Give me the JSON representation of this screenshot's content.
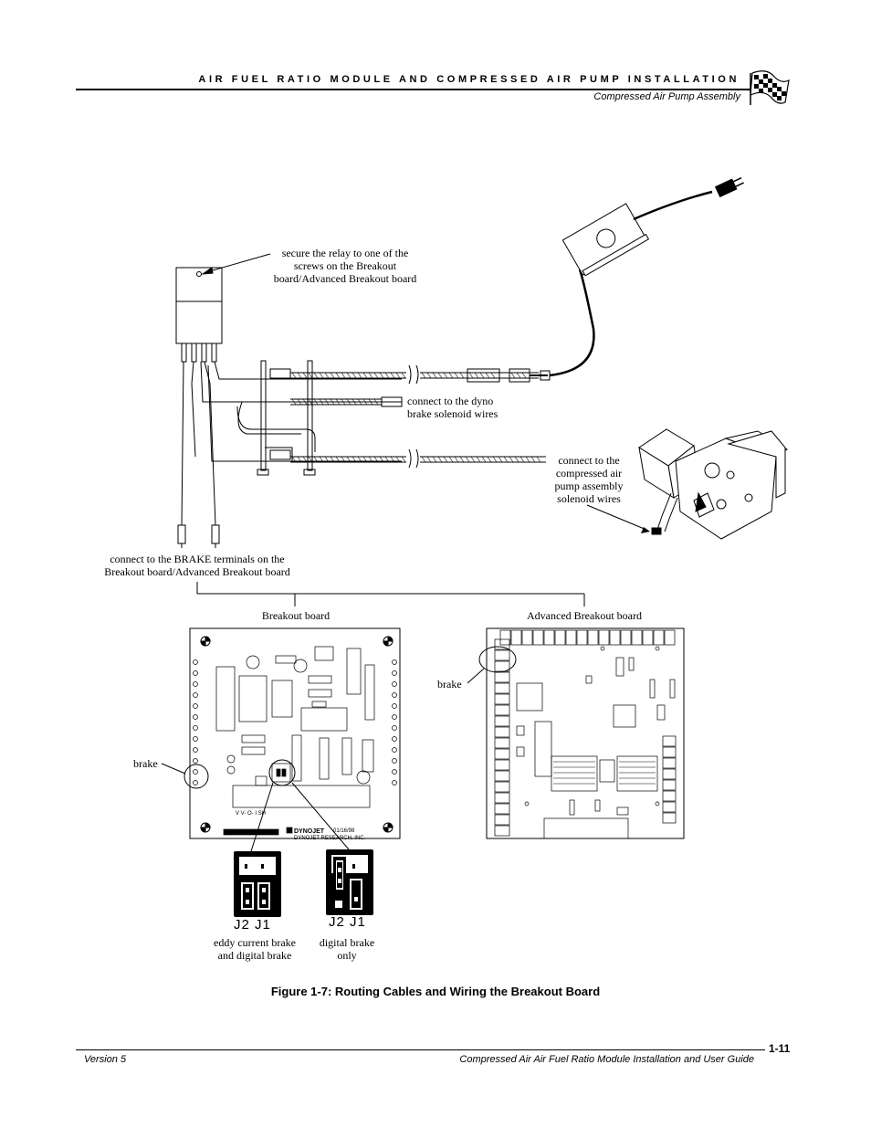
{
  "header": {
    "title": "AIR FUEL RATIO MODULE AND COMPRESSED AIR PUMP INSTALLATION",
    "subtitle": "Compressed Air Pump Assembly"
  },
  "callouts": {
    "relay_line1": "secure the relay to one of the",
    "relay_line2": "screws on the Breakout",
    "relay_line3": "board/Advanced Breakout board",
    "dyno_line1": "connect to the dyno",
    "dyno_line2": "brake solenoid wires",
    "pump_line1": "connect to the",
    "pump_line2": "compressed air",
    "pump_line3": "pump assembly",
    "pump_line4": "solenoid wires",
    "brake_term_line1": "connect to the BRAKE terminals on the",
    "brake_term_line2": "Breakout board/Advanced Breakout board"
  },
  "boards": {
    "breakout_label": "Breakout board",
    "advanced_label": "Advanced Breakout board",
    "brake_left": "brake",
    "brake_right": "brake",
    "silk_loadcontrol": "V  V-  O-  I  SH",
    "silk_footer": "DYNOJET RESEARCH, INC.",
    "silk_date": "01/16/98",
    "silk_brand": "DYNOJET"
  },
  "jumpers": {
    "left_label": "J2 J1",
    "right_label": "J2 J1",
    "left_desc_line1": "eddy current brake",
    "left_desc_line2": "and digital brake",
    "right_desc_line1": "digital brake",
    "right_desc_line2": "only"
  },
  "caption": "Figure 1-7: Routing Cables and Wiring the Breakout Board",
  "footer": {
    "version": "Version 5",
    "guide": "Compressed Air Air Fuel Ratio Module Installation and User Guide",
    "page": "1-11"
  }
}
